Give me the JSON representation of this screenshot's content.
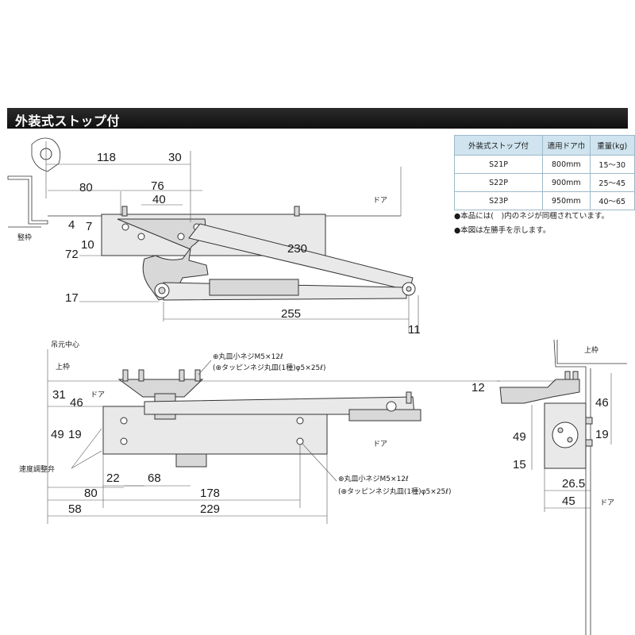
{
  "header": {
    "title": "外装式ストップ付"
  },
  "spec_table": {
    "headers": [
      "外装式ストップ付",
      "適用ドア巾",
      "重量(kg)"
    ],
    "rows": [
      [
        "S21P",
        "800mm",
        "15～30"
      ],
      [
        "S22P",
        "900mm",
        "25～45"
      ],
      [
        "S23P",
        "950mm",
        "40～65"
      ]
    ]
  },
  "notes": [
    "●本品には(　)内のネジが同梱されています。",
    "●本図は左勝手を示します。"
  ],
  "top_view": {
    "dims": [
      "118",
      "30",
      "80",
      "76",
      "40",
      "4",
      "7",
      "10",
      "72",
      "17",
      "230",
      "255",
      "11"
    ],
    "labels": {
      "door": "ドア",
      "frame": "竪枠"
    }
  },
  "front_view": {
    "dims": [
      "31",
      "46",
      "49",
      "19",
      "80",
      "22",
      "68",
      "178",
      "58",
      "229"
    ],
    "labels": {
      "hinge_center": "吊元中心",
      "top_frame": "上枠",
      "door": "ドア",
      "door2": "ドア",
      "speed_valve": "速度調整弁"
    },
    "screw_note_top": [
      "⊕丸皿小ネジM5×12ℓ",
      "(⊕タッピンネジ丸皿(1種)φ5×25ℓ)"
    ],
    "screw_note_bottom": [
      "⊕丸皿小ネジM5×12ℓ",
      "(⊕タッピンネジ丸皿(1種)φ5×25ℓ)"
    ]
  },
  "side_view": {
    "dims": [
      "12",
      "46",
      "49",
      "19",
      "15",
      "26.5",
      "45"
    ],
    "labels": {
      "top_frame": "上枠",
      "door": "ドア"
    }
  }
}
